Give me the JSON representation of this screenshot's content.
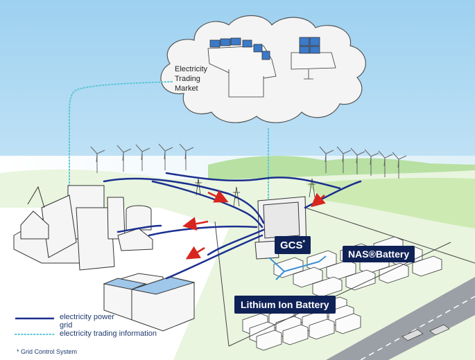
{
  "cloud": {
    "label_lines": [
      "Electricity",
      "Trading",
      "Market"
    ]
  },
  "tags": {
    "gcs": "GCS",
    "gcs_marker": "*",
    "nas": "NAS®Battery",
    "li": "Lithium Ion Battery"
  },
  "legend": {
    "power_grid_line1": "electricity power",
    "power_grid_line2": "grid",
    "trading_info": "electricity trading information",
    "footnote": "* Grid Control System"
  },
  "colors": {
    "power_line": "#1a2f8f",
    "info_line": "#5cc6d6",
    "arrow": "#d7261e",
    "tag_bg": "#0f2257",
    "sky": "#d9eef9",
    "grass": "#bfe6a6"
  },
  "icons": {
    "arrow": "red-arrow-icon",
    "wind": "wind-turbine-icon",
    "pylon": "transmission-pylon-icon"
  }
}
